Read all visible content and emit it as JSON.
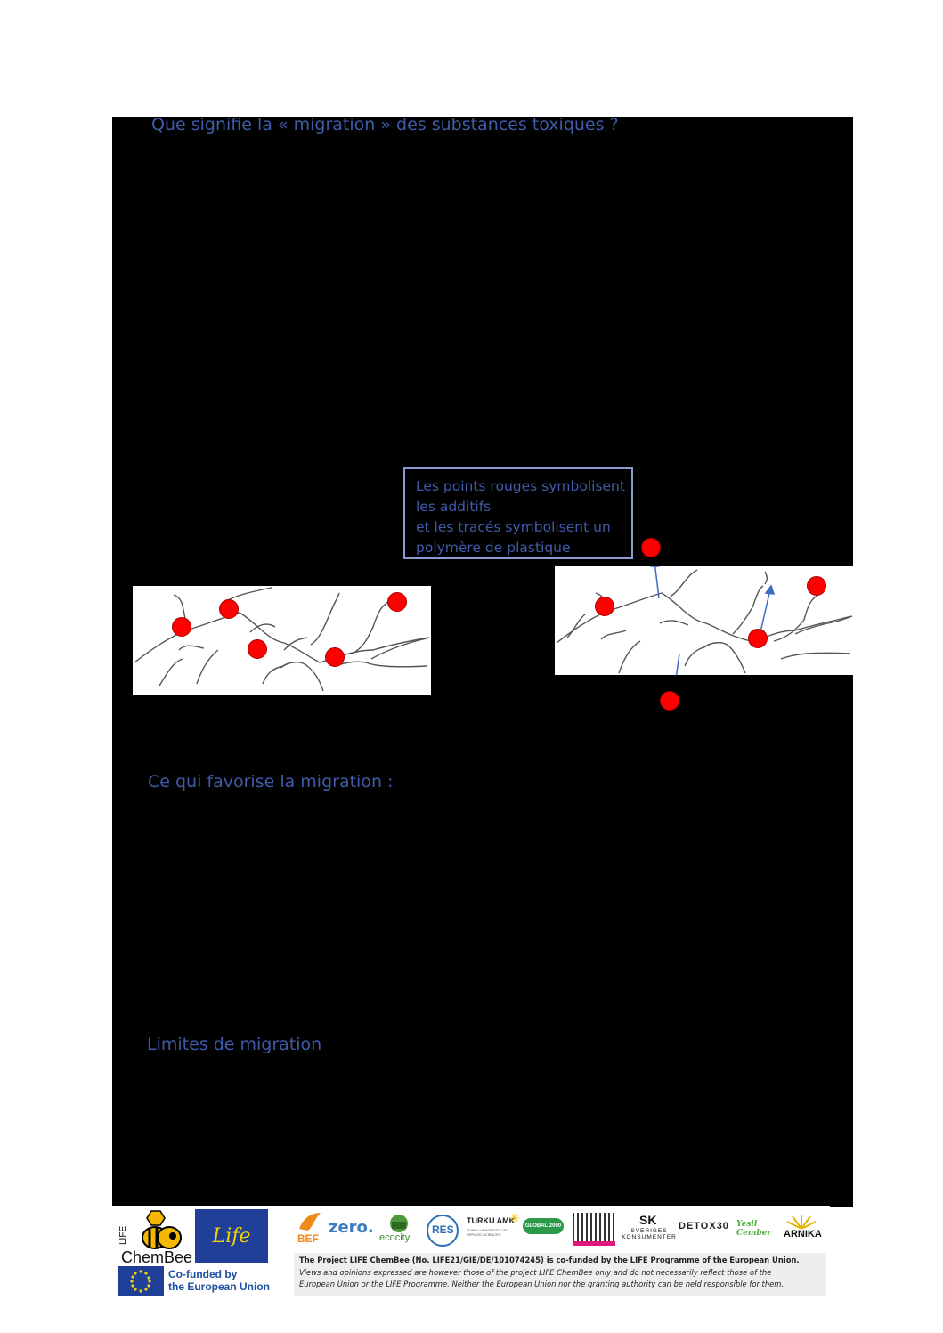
{
  "headings": {
    "migration_question": "Que signifie la « migration » des substances toxiques ?",
    "favors": "Ce qui favorise la migration :",
    "limits": "Limites de migration"
  },
  "callout": {
    "lines": [
      "Les points rouges symbolisent",
      "les additifs",
      "et les tracés symbolisent un",
      "polymère de plastique"
    ]
  },
  "colors": {
    "heading": "#3f5ba9",
    "additive_dot": "#ff0000",
    "arrow": "#3b6cc2",
    "polymer_line": "#555555"
  },
  "footer": {
    "chembee": {
      "life_word": "LIFE",
      "name": "ChemBee"
    },
    "eu_life_logo": "Life",
    "cofunded": [
      "Co-funded by",
      "the European Union"
    ],
    "partners": [
      "BEF",
      "zero.",
      "ecocity",
      "RES",
      "TURKU AMK",
      "GLOBAL 2000",
      "SVERIGES KONSUMENTER",
      "DETOX30",
      "Yesil Cember",
      "ARNIKA"
    ],
    "partner_subtitles": {
      "turku": "TURKU UNIVERSITY OF APPLIED SCIENCES",
      "sk": "SK"
    },
    "disclaimer_bold": "The Project LIFE ChemBee (No. LIFE21/GIE/DE/101074245) is co-funded by the LIFE Programme of the European Union.",
    "disclaimer_italic": [
      "Views and opinions expressed are however those of the project LIFE ChemBee only and do not necessarily reflect those of the",
      "European Union or the LIFE Programme. Neither the European Union nor the granting authority can be held responsible for them."
    ]
  }
}
